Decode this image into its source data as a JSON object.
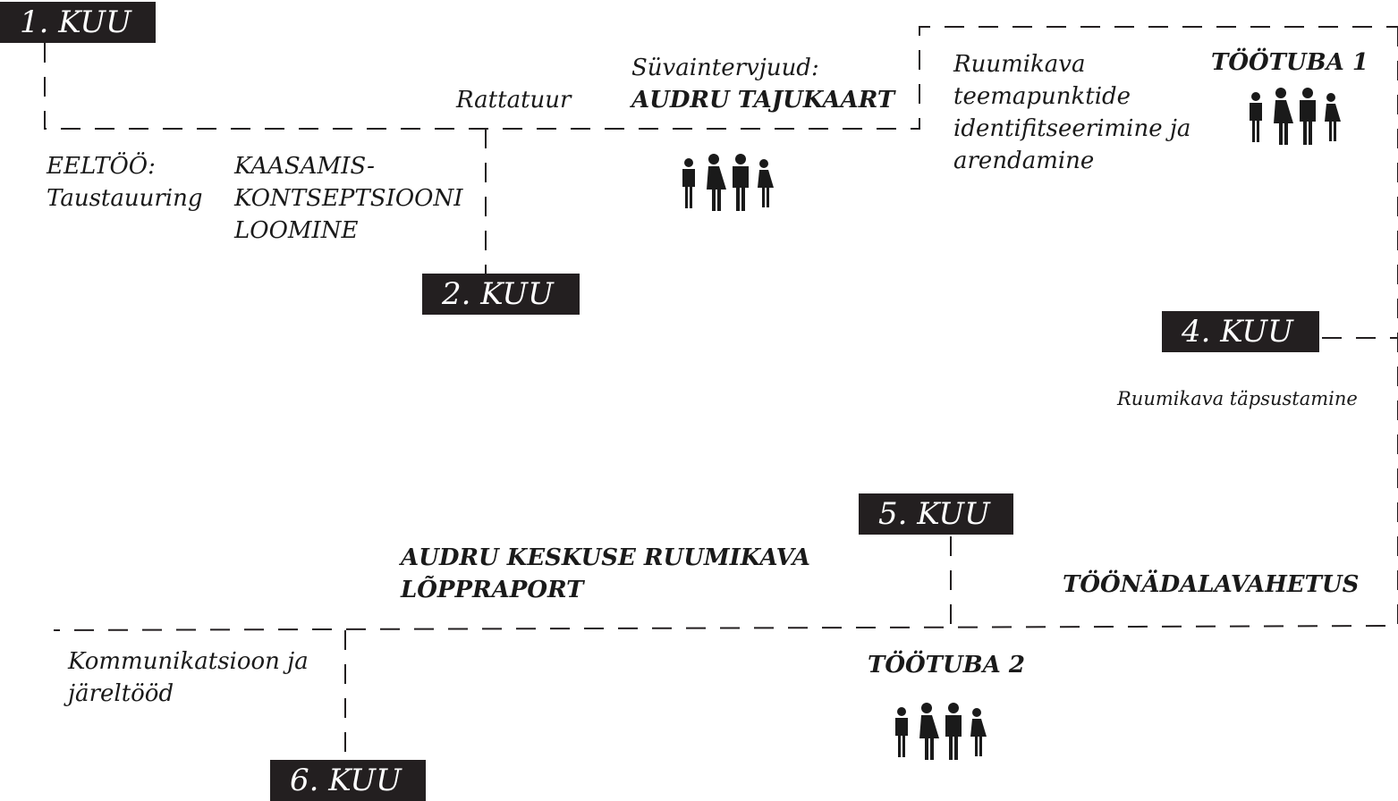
{
  "months": {
    "m1": "1. KUU",
    "m2": "2. KUU",
    "m4": "4. KUU",
    "m5": "5. KUU",
    "m6": "6. KUU"
  },
  "steps": {
    "eeltoo": {
      "line1": "EELTÖÖ:",
      "line2": "Taustauuring"
    },
    "kaasamis": {
      "line1": "KAASAMIS-",
      "line2": "KONTSEPTSIOONI",
      "line3": "LOOMINE"
    },
    "rattatuur": "Rattatuur",
    "suvaintervjuud": {
      "line1": "Süvaintervjuud:",
      "line2": "AUDRU TAJUKAART"
    },
    "ruumikava_teema": {
      "line1": "Ruumikava",
      "line2": "teemapunktide",
      "line3": "identifitseerimine ja",
      "line4": "arendamine"
    },
    "tootuba1": "TÖÖTUBA 1",
    "tapsustamine": "Ruumikava täpsustamine",
    "toonadal": "TÖÖNÄDALAVAHETUS",
    "lopparaport": {
      "line1": "AUDRU KESKUSE RUUMIKAVA",
      "line2": "LÕPPRAPORT"
    },
    "kommunikatsioon": {
      "line1": "Kommunikatsioon ja",
      "line2": "järeltööd"
    },
    "tootuba2": "TÖÖTUBA 2"
  },
  "icons": {
    "people_group": "people-group-icon"
  },
  "colors": {
    "badge_bg": "#231f20",
    "badge_text": "#ffffff",
    "line": "#231f20",
    "text": "#1a1a1a"
  }
}
